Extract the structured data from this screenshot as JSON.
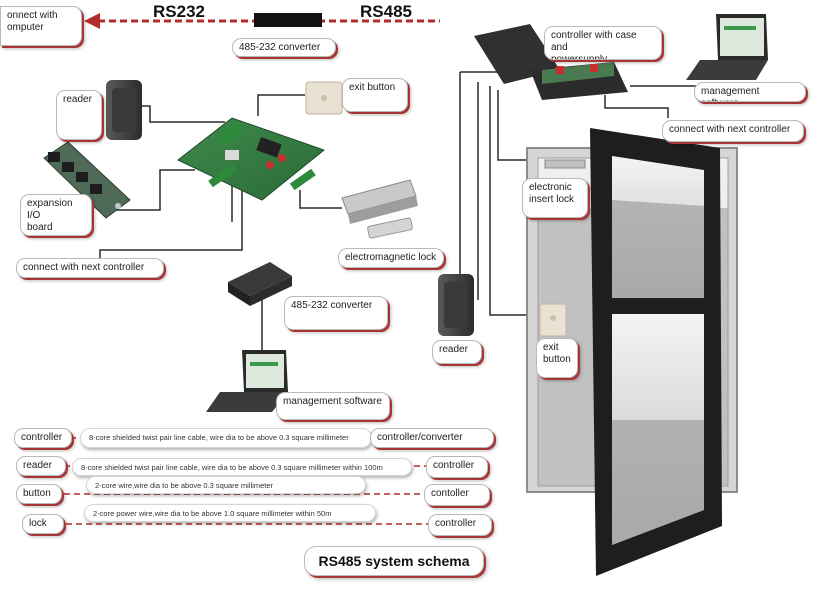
{
  "top_link": {
    "left_label": "RS232",
    "right_label": "RS485",
    "converter": "485-232 converter"
  },
  "labels": {
    "connect_computer": "onnect with\nomputer",
    "reader_top": "reader",
    "exit_button": "exit button",
    "expansion": "expansion I/O\nboard",
    "next_controller_left": "connect with next controller",
    "em_lock": "electromagnetic lock",
    "converter_mid": "485-232 converter",
    "mgmt_left": "management software",
    "controller_case": "controller with case and\npowersupply",
    "mgmt_right": "management software",
    "next_controller_right": "connect with next controller",
    "electronic_lock": "electronic\ninsert lock",
    "reader_door": "reader",
    "exit_door": "exit\nbutton"
  },
  "wiring_rows": [
    {
      "left": "controller",
      "spec": "8-core shielded twist pair line cable, wire dia to be above 0.3 square millimeter",
      "right": "controller/converter"
    },
    {
      "left": "reader",
      "spec": "8-core shielded twist pair line cable, wire dia to be above 0.3 square millimeter within 100m",
      "right": "controller"
    },
    {
      "left": "button",
      "spec": "2-core wire,wire dia to be above 0.3 square millimeter",
      "right": "contoller"
    },
    {
      "left": "lock",
      "spec": "2-core power wire,wire dia to be above 1.0 square millimeter within 50m",
      "right": "controller"
    }
  ],
  "schema_title": "RS485 system schema",
  "colors": {
    "accent": "#b52b2b",
    "wire": "#2a2a2a"
  }
}
